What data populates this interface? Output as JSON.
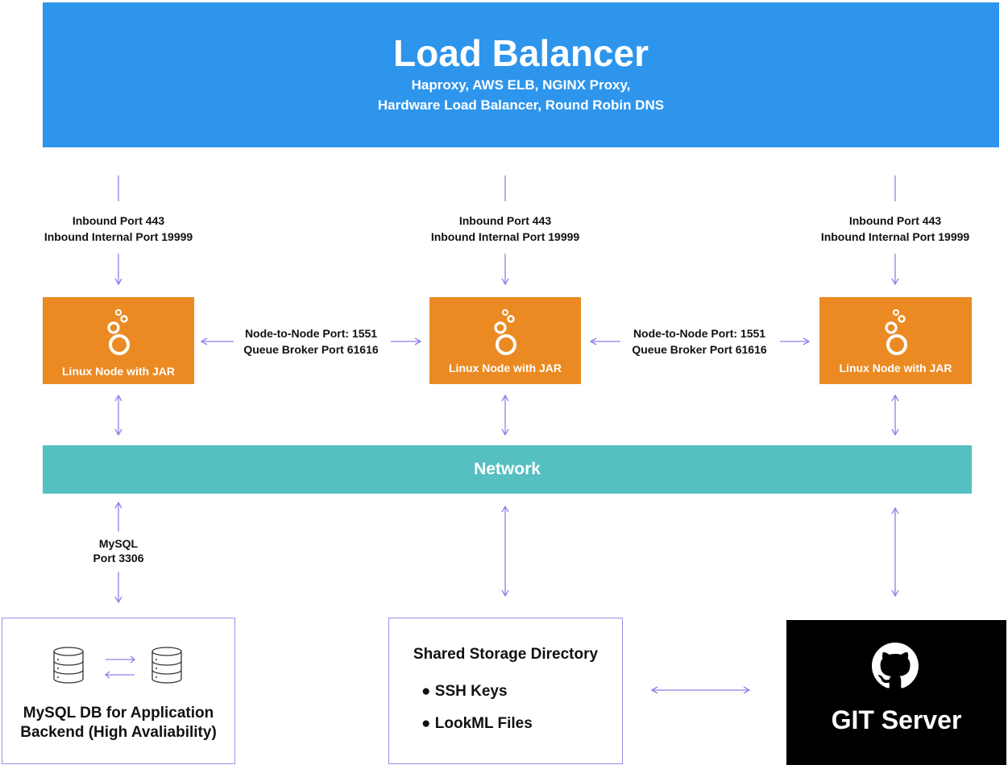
{
  "load_balancer": {
    "title": "Load Balancer",
    "subtitle_line1": "Haproxy, AWS ELB, NGINX Proxy,",
    "subtitle_line2": "Hardware Load Balancer, Round Robin DNS",
    "color": "#2d95ec"
  },
  "inbound_ports": [
    {
      "line1": "Inbound Port 443",
      "line2": "Inbound Internal Port 19999"
    },
    {
      "line1": "Inbound Port 443",
      "line2": "Inbound Internal Port 19999"
    },
    {
      "line1": "Inbound Port 443",
      "line2": "Inbound Internal Port 19999"
    }
  ],
  "nodes": [
    {
      "label": "Linux Node with JAR",
      "icon": "looker-logo-icon"
    },
    {
      "label": "Linux Node with JAR",
      "icon": "looker-logo-icon"
    },
    {
      "label": "Linux Node with JAR",
      "icon": "looker-logo-icon"
    }
  ],
  "node_color": "#eb8a23",
  "node_links": [
    {
      "line1": "Node-to-Node Port: 1551",
      "line2": "Queue Broker Port 61616"
    },
    {
      "line1": "Node-to-Node Port: 1551",
      "line2": "Queue Broker Port 61616"
    }
  ],
  "network": {
    "label": "Network",
    "color": "#55bfc1"
  },
  "mysql_port": {
    "line1": "MySQL",
    "line2": "Port 3306"
  },
  "mysql_db": {
    "line1": "MySQL DB for Application",
    "line2": "Backend (High Avaliability)",
    "icon": "database-icon"
  },
  "shared_storage": {
    "title": "Shared Storage Directory",
    "items": [
      "SSH Keys",
      "LookML Files"
    ]
  },
  "git_server": {
    "label": "GIT Server",
    "icon": "github-icon"
  },
  "arrow_color": "#8d7fe8"
}
